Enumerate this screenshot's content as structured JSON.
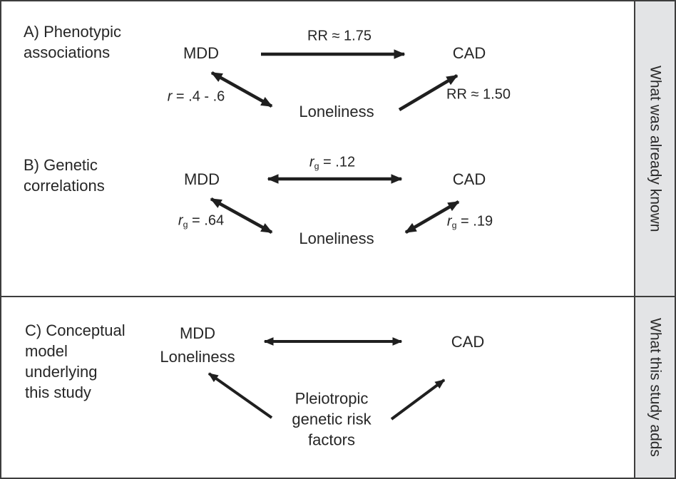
{
  "figure": {
    "panel_a": {
      "title_lines": [
        "A) Phenotypic",
        "associations"
      ],
      "nodes": {
        "mdd": "MDD",
        "cad": "CAD",
        "loneliness": "Loneliness"
      },
      "edges": {
        "mdd_cad": {
          "label": "RR ≈ 1.75"
        },
        "mdd_loneliness": {
          "sym": "r",
          "rest": " = .4 - .6"
        },
        "loneliness_cad": {
          "label": "RR ≈ 1.50"
        }
      }
    },
    "panel_b": {
      "title_lines": [
        "B) Genetic",
        "correlations"
      ],
      "nodes": {
        "mdd": "MDD",
        "cad": "CAD",
        "loneliness": "Loneliness"
      },
      "edges": {
        "mdd_cad": {
          "sym": "r",
          "sub": "g",
          "rest": " = .12"
        },
        "mdd_loneliness": {
          "sym": "r",
          "sub": "g",
          "rest": " = .64"
        },
        "loneliness_cad": {
          "sym": "r",
          "sub": "g",
          "rest": " = .19"
        }
      }
    },
    "panel_c": {
      "title_lines": [
        "C) Conceptual",
        "model",
        "underlying",
        "this study"
      ],
      "nodes": {
        "mdd": "MDD",
        "loneliness": "Loneliness",
        "cad": "CAD"
      },
      "pleiotropic_lines": [
        "Pleiotropic",
        "genetic risk",
        "factors"
      ]
    },
    "sidebar": {
      "top_label": "What was already known",
      "bottom_label": "What this study adds"
    },
    "colors": {
      "sidebar_bg": "#e3e4e6",
      "border": "#3d3d3d",
      "arrow": "#1f1f1f",
      "ink": "#262626",
      "background": "#ffffff"
    }
  }
}
